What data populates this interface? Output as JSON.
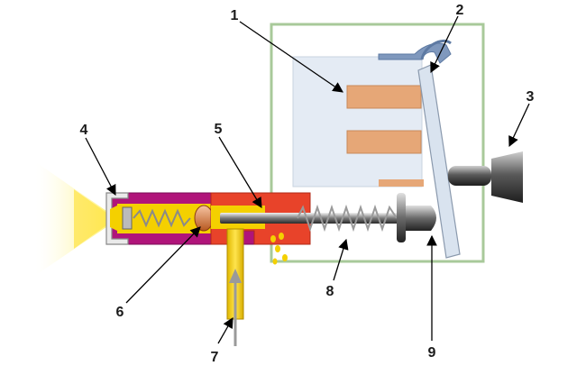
{
  "labels": {
    "l1": "1",
    "l2": "2",
    "l3": "3",
    "l4": "4",
    "l5": "5",
    "l6": "6",
    "l7": "7",
    "l8": "8",
    "l9": "9"
  },
  "colors": {
    "frame": "#a8c99a",
    "relay_body": "#e4ebf4",
    "coil": "#e6a777",
    "armature": "#d9e3ef",
    "bracket": "#7f98bd",
    "contact_knob": "#4a4a4a",
    "injector_body": "#b0147a",
    "inner_chamber": "#e8432a",
    "fuel": "#f4d000",
    "rod": "#8a8a8a",
    "spring": "#9a9a9a",
    "spray": "#fff3a0",
    "leader": "#000000"
  }
}
